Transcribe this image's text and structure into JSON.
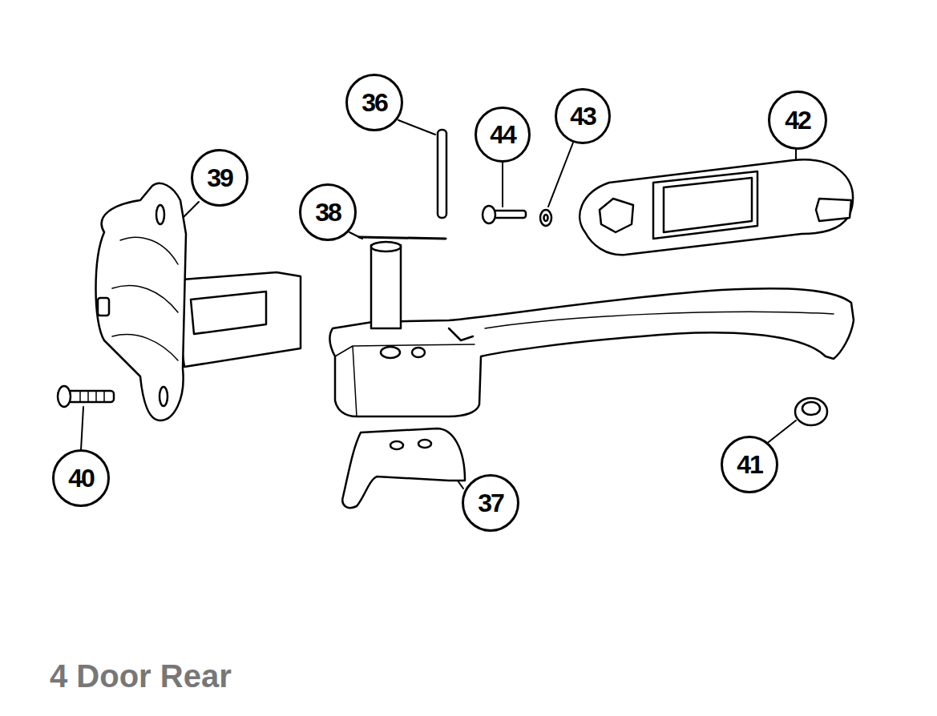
{
  "diagram": {
    "caption": "4 Door Rear",
    "labels": [
      "36",
      "44",
      "43",
      "42",
      "39",
      "38",
      "40",
      "37",
      "41"
    ]
  }
}
